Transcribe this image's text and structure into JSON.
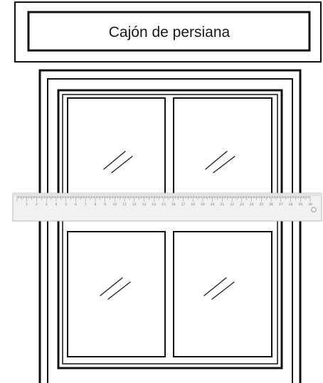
{
  "shutter_box": {
    "label": "Cajón de persiana"
  },
  "window": {
    "panes": 4,
    "glass_marks": 4
  },
  "ruler": {
    "numbers": [
      "1",
      "2",
      "3",
      "4",
      "5",
      "6",
      "7",
      "8",
      "9",
      "10",
      "11",
      "12",
      "13",
      "14",
      "15",
      "16",
      "17",
      "18",
      "19",
      "20",
      "21",
      "22",
      "23",
      "24",
      "25",
      "26",
      "27",
      "28",
      "29",
      "30"
    ]
  },
  "colors": {
    "line": "#111111",
    "ruler_body": "#f1f1f1",
    "ruler_edge": "#b9b9b9",
    "ruler_tick": "#8c8c8c"
  }
}
